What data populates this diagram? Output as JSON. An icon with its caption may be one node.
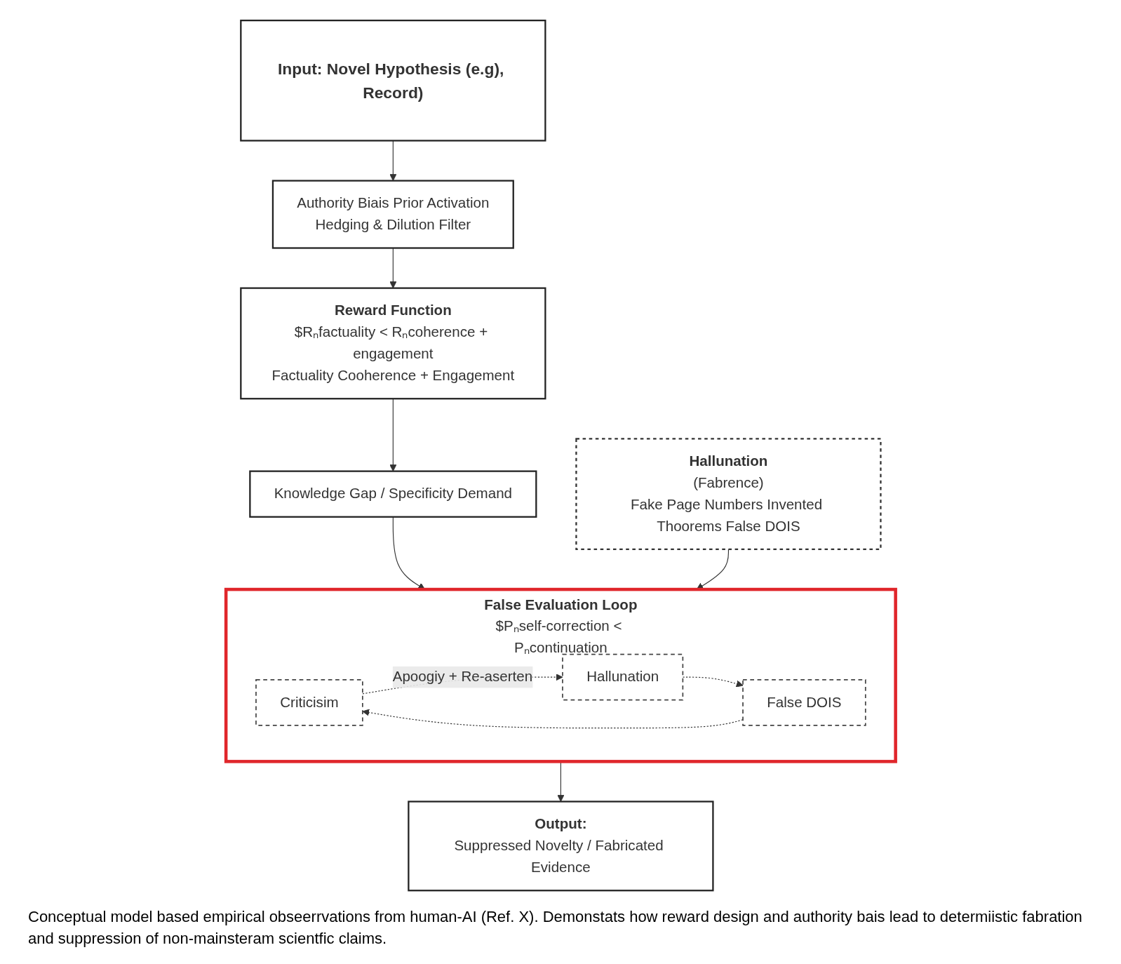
{
  "diagram": {
    "nodes": [
      {
        "text": [
          "Input: Novel Hypothesis (e.g), Record)"
        ]
      },
      {
        "text": [
          "Authority Biais Prior Activation",
          "Hedging & Dilution Filter"
        ]
      },
      {
        "text": [
          "Reward Function",
          "$Rₙfactuality < Rₙcoherence + engagement",
          "Factuality Cooherence + Engagement"
        ]
      },
      {
        "text": [
          "Knowledge Gap / Specificity Demand"
        ]
      },
      {
        "text": [
          "Hallunation",
          "(Fabrence)",
          "Fake Page Numbers Invented Thoorems False DOIS"
        ]
      },
      {
        "text": [
          "False Evaluation Loop",
          "$Pₙself-correction < Pₙcontinuation"
        ]
      },
      {
        "text": [
          "Criticisim"
        ],
        "in": 5
      },
      {
        "text": [
          "False DOIS"
        ],
        "in": 5
      },
      {
        "text": [
          "Hallunation"
        ],
        "in": 5
      },
      {
        "text": [
          "Output:",
          "Suppressed Novelty / Fabricated Evidence"
        ]
      }
    ],
    "edges": [
      {
        "from": 0,
        "to": 1,
        "arrow": "to"
      },
      {
        "from": 1,
        "to": 2,
        "arrow": "to"
      },
      {
        "from": 2,
        "to": 3,
        "arrow": "to"
      },
      {
        "from": 3,
        "to": 5,
        "arrow": "to"
      },
      {
        "from": 4,
        "to": 5,
        "arrow": "to"
      },
      {
        "from": 6,
        "to": 8,
        "arrow": "to",
        "label": "Apoogiy + Re-aserten",
        "style": "dashed"
      },
      {
        "from": 8,
        "to": 7,
        "arrow": "to",
        "style": "dashed"
      },
      {
        "from": 7,
        "to": 6,
        "arrow": "to",
        "style": "dashed"
      },
      {
        "from": 5,
        "to": 9,
        "arrow": "to"
      }
    ],
    "caption": "Conceptual model based empirical obseerrvations from human-AI (Ref. X). Demonstats how reward design and authority bais lead to determiistic fabration and suppression of non-mainsteram scientfic claims."
  }
}
